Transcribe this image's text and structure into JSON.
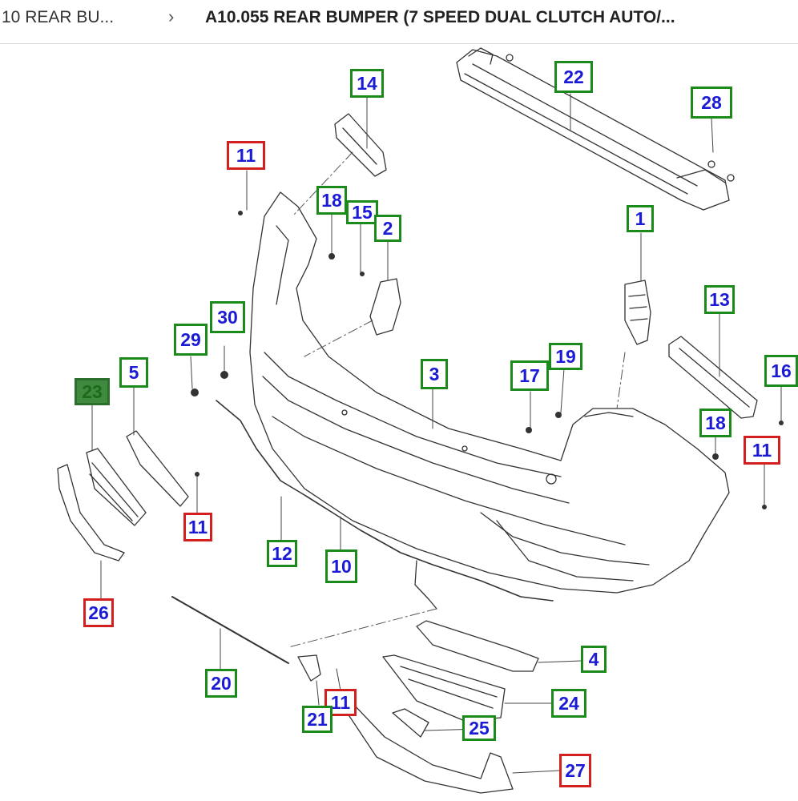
{
  "breadcrumb": {
    "previous": "10 REAR BU...",
    "separator": "›",
    "current": "A10.055 REAR BUMPER (7 SPEED DUAL CLUTCH AUTO/..."
  },
  "colors": {
    "callout_green": "#1a8a1a",
    "callout_red": "#d31f1f",
    "callout_text": "#1b1bd6",
    "selected_fill": "#3f8a3f"
  },
  "callouts": [
    {
      "id": "c22",
      "label": "22",
      "style": "green"
    },
    {
      "id": "c28",
      "label": "28",
      "style": "green"
    },
    {
      "id": "c14",
      "label": "14",
      "style": "green"
    },
    {
      "id": "c11a",
      "label": "11",
      "style": "red"
    },
    {
      "id": "c18a",
      "label": "18",
      "style": "green"
    },
    {
      "id": "c15",
      "label": "15",
      "style": "green"
    },
    {
      "id": "c2",
      "label": "2",
      "style": "green"
    },
    {
      "id": "c1",
      "label": "1",
      "style": "green"
    },
    {
      "id": "c13",
      "label": "13",
      "style": "green"
    },
    {
      "id": "c29",
      "label": "29",
      "style": "green"
    },
    {
      "id": "c30",
      "label": "30",
      "style": "green"
    },
    {
      "id": "c16",
      "label": "16",
      "style": "green"
    },
    {
      "id": "c19",
      "label": "19",
      "style": "green"
    },
    {
      "id": "c23",
      "label": "23",
      "style": "selected"
    },
    {
      "id": "c5",
      "label": "5",
      "style": "green"
    },
    {
      "id": "c3",
      "label": "3",
      "style": "green"
    },
    {
      "id": "c17",
      "label": "17",
      "style": "green"
    },
    {
      "id": "c18b",
      "label": "18",
      "style": "green"
    },
    {
      "id": "c11b",
      "label": "11",
      "style": "red"
    },
    {
      "id": "c11c",
      "label": "11",
      "style": "red"
    },
    {
      "id": "c12",
      "label": "12",
      "style": "green"
    },
    {
      "id": "c10",
      "label": "10",
      "style": "green"
    },
    {
      "id": "c26",
      "label": "26",
      "style": "red"
    },
    {
      "id": "c4",
      "label": "4",
      "style": "green"
    },
    {
      "id": "c20",
      "label": "20",
      "style": "green"
    },
    {
      "id": "c24",
      "label": "24",
      "style": "green"
    },
    {
      "id": "c11d",
      "label": "11",
      "style": "red"
    },
    {
      "id": "c21",
      "label": "21",
      "style": "green"
    },
    {
      "id": "c25",
      "label": "25",
      "style": "green"
    },
    {
      "id": "c27",
      "label": "27",
      "style": "red"
    }
  ]
}
